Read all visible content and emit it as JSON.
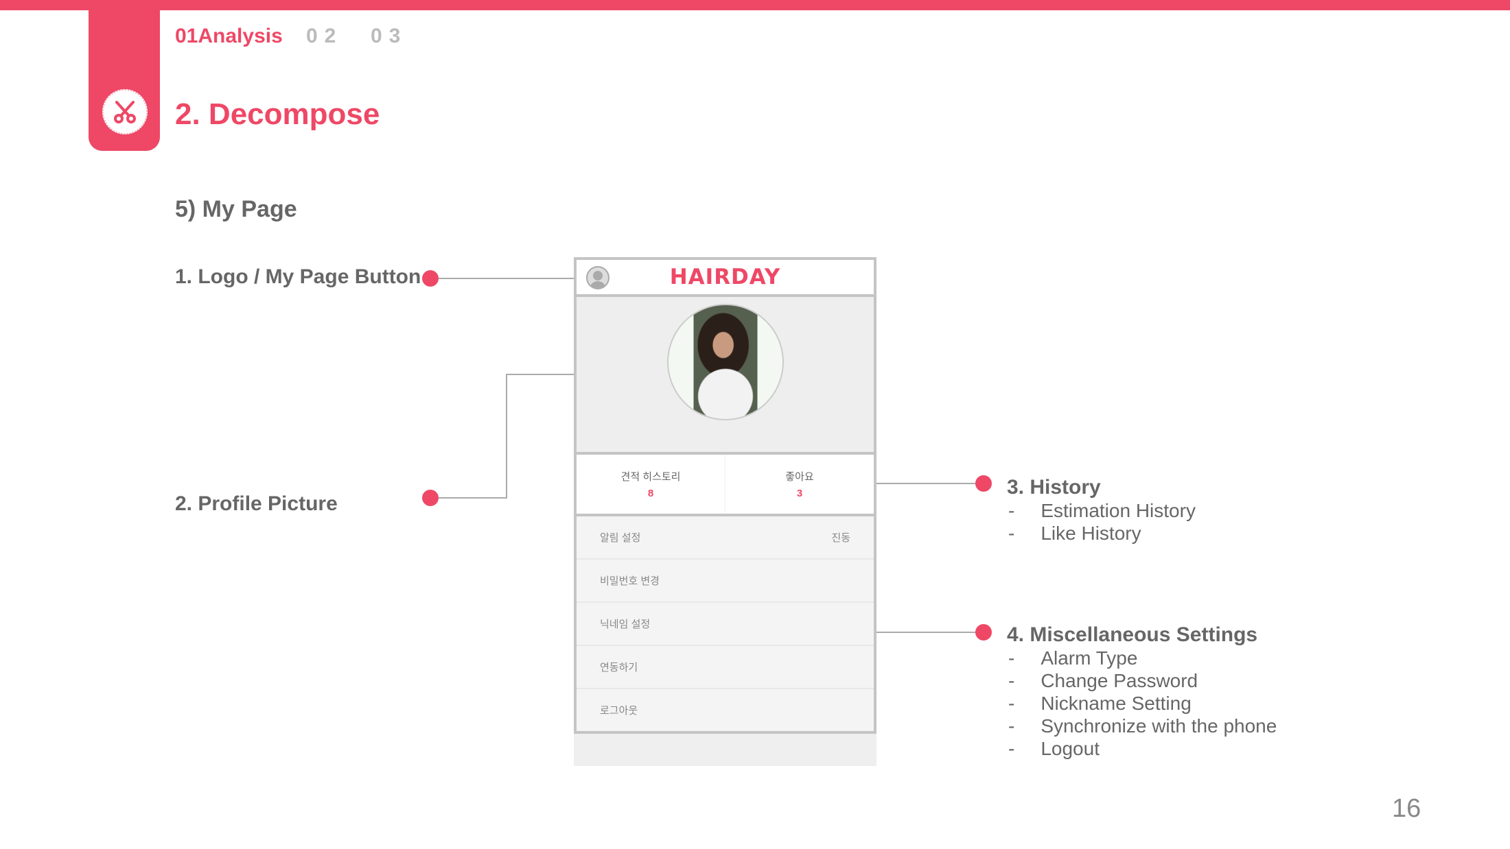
{
  "header": {
    "section": "01Analysis",
    "nav2": "02",
    "nav3": "03",
    "title": "2. Decompose",
    "subtitle": "5) My Page"
  },
  "labels": {
    "logo": "1. Logo / My Page Button",
    "profile": "2. Profile Picture"
  },
  "phone": {
    "logo": "HAIRDAY",
    "stats": [
      {
        "label": "견적 히스토리",
        "value": "8"
      },
      {
        "label": "좋아요",
        "value": "3"
      }
    ],
    "menu": [
      {
        "label": "알림 설정",
        "value": "진동"
      },
      {
        "label": "비밀번호 변경",
        "value": ""
      },
      {
        "label": "닉네임 설정",
        "value": ""
      },
      {
        "label": "연동하기",
        "value": ""
      },
      {
        "label": "로그아웃",
        "value": ""
      }
    ]
  },
  "history": {
    "title": "3. History",
    "items": [
      "Estimation History",
      "Like History"
    ]
  },
  "misc": {
    "title": "4. Miscellaneous Settings",
    "items": [
      "Alarm Type",
      "Change Password",
      "Nickname Setting",
      "Synchronize with the phone",
      "Logout"
    ]
  },
  "bullet": "-",
  "page_number": "16",
  "colors": {
    "accent": "#ee4866"
  }
}
